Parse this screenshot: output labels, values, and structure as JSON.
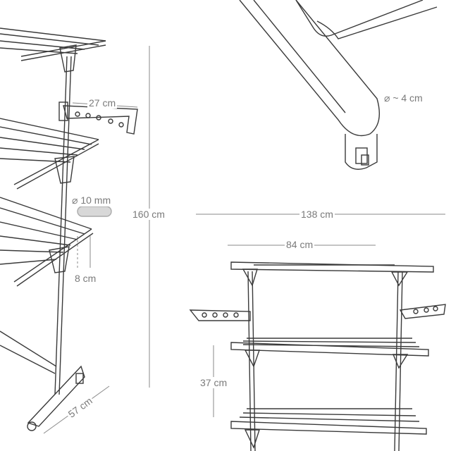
{
  "colors": {
    "line": "#3a3a3a",
    "dimension": "#8a8a8a",
    "label": "#7a7a7a",
    "rod": "#d8d8d8"
  },
  "labels": {
    "hook_width": "27 cm",
    "tube_diameter": "⌀ ~ 4 cm",
    "rod_diameter": "⌀ 10 mm",
    "total_height": "160 cm",
    "total_width": "138 cm",
    "shelf_width": "84 cm",
    "wing_drop": "8 cm",
    "shelf_spacing": "37 cm",
    "depth": "57 cm"
  }
}
